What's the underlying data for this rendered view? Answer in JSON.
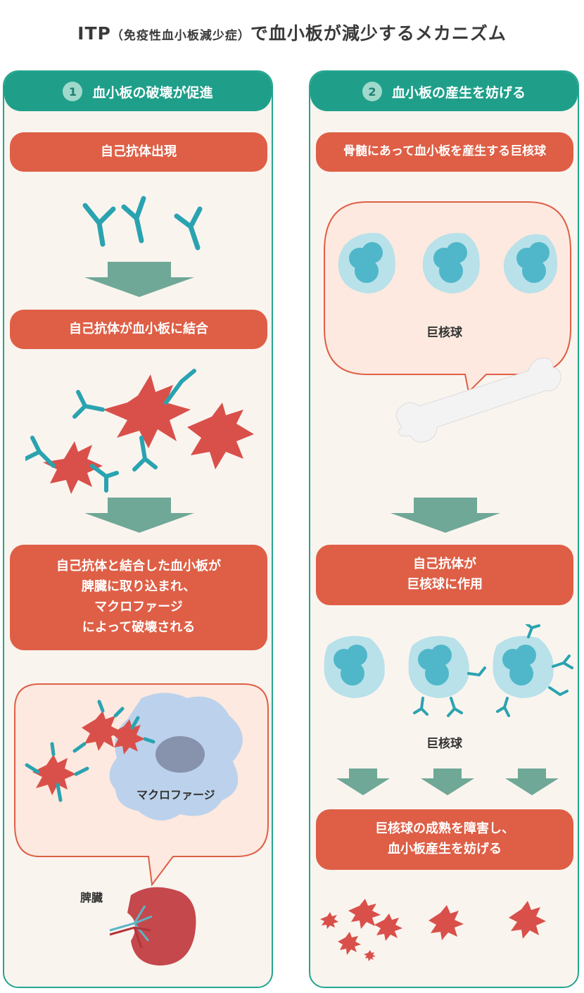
{
  "title": {
    "prefix": "ITP",
    "paren": "（免疫性血小板減少症）",
    "suffix": "で血小板が減少するメカニズム"
  },
  "panel1": {
    "number": "1",
    "heading": "血小板の破壊が促進",
    "step1": "自己抗体出現",
    "step2": "自己抗体が血小板に結合",
    "step3": "自己抗体と結合した血小板が\n脾臓に取り込まれ、\nマクロファージ\nによって破壊される",
    "macrophage_label": "マクロファージ",
    "spleen_label": "脾臓"
  },
  "panel2": {
    "number": "2",
    "heading": "血小板の産生を妨げる",
    "step1": "骨髄にあって血小板を産生する巨核球",
    "megakaryocyte_label_top": "巨核球",
    "step2": "自己抗体が\n巨核球に作用",
    "megakaryocyte_label_mid": "巨核球",
    "step3": "巨核球の成熟を障害し、\n血小板産生を妨げる"
  },
  "colors": {
    "teal": "#1f9f8a",
    "red": "#de5f46",
    "panel_bg": "#faf4ef",
    "arrow": "#6fa896",
    "cell": "#b8e1ea",
    "nucleus": "#4fb7c9"
  }
}
